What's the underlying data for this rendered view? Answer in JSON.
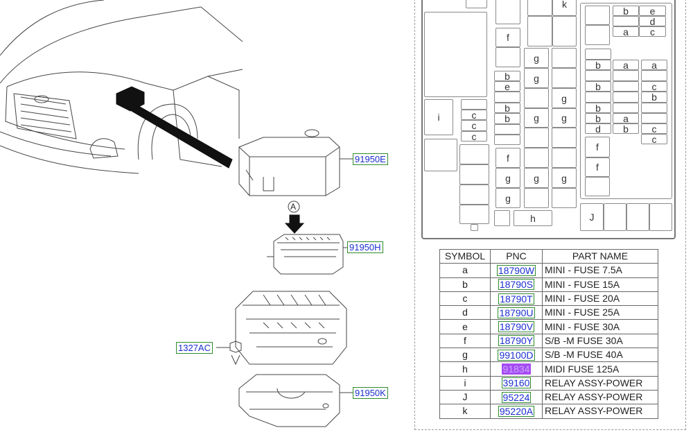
{
  "callouts": {
    "box_cover": "91950E",
    "fuse_block": "91950H",
    "bolt": "1327AC",
    "lower_cover": "91950K",
    "view_marker": "A"
  },
  "fusebox": {
    "labels": [
      "k",
      "f",
      "g",
      "g",
      "g",
      "g",
      "g",
      "g",
      "g",
      "b",
      "e",
      "b",
      "b",
      "f",
      "g",
      "g",
      "i",
      "c",
      "c",
      "c",
      "h",
      "b",
      "e",
      "d",
      "a",
      "c",
      "b",
      "b",
      "b",
      "b",
      "d",
      "a",
      "a",
      "b",
      "a",
      "c",
      "b",
      "c",
      "c",
      "f",
      "f",
      "J"
    ]
  },
  "table": {
    "headers": [
      "SYMBOL",
      "PNC",
      "PART NAME"
    ],
    "rows": [
      {
        "symbol": "a",
        "pnc": "18790W",
        "name": "MINI - FUSE 7.5A"
      },
      {
        "symbol": "b",
        "pnc": "18790S",
        "name": "MINI - FUSE 15A"
      },
      {
        "symbol": "c",
        "pnc": "18790T",
        "name": "MINI - FUSE 20A"
      },
      {
        "symbol": "d",
        "pnc": "18790U",
        "name": "MINI - FUSE 25A"
      },
      {
        "symbol": "e",
        "pnc": "18790V",
        "name": "MINI - FUSE 30A"
      },
      {
        "symbol": "f",
        "pnc": "18790Y",
        "name": "S/B -M FUSE 30A"
      },
      {
        "symbol": "g",
        "pnc": "99100D",
        "name": "S/B -M FUSE 40A"
      },
      {
        "symbol": "h",
        "pnc": "91834",
        "name": "MIDI FUSE 125A"
      },
      {
        "symbol": "i",
        "pnc": "39160",
        "name": "RELAY ASSY-POWER"
      },
      {
        "symbol": "J",
        "pnc": "95224",
        "name": "RELAY ASSY-POWER"
      },
      {
        "symbol": "k",
        "pnc": "95220A",
        "name": "RELAY ASSY-POWER"
      }
    ],
    "highlight_color": "#a64cf2"
  }
}
